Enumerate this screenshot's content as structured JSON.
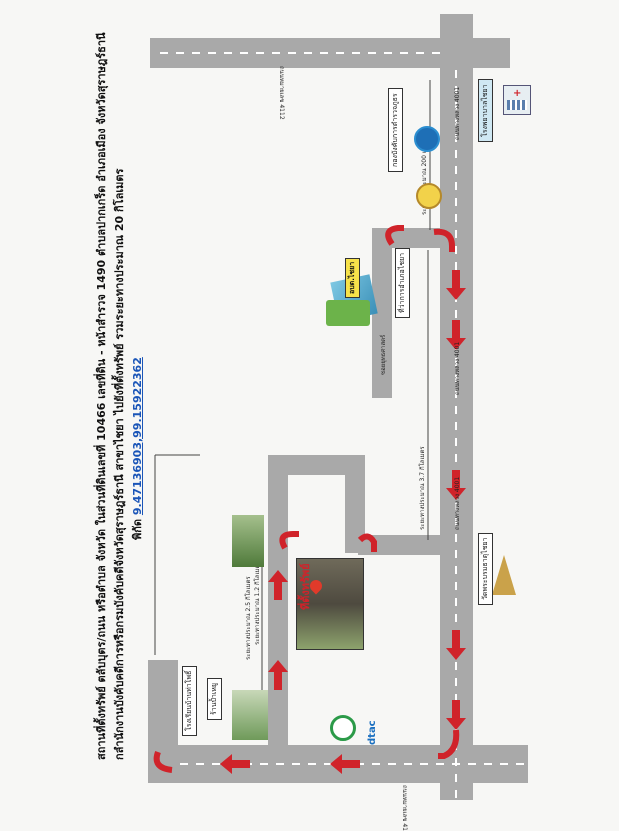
{
  "header": {
    "line1": "สถานที่ตั้งทรัพย์ ตลับบุตร/ถนน หรือตำบล จังหวัด ในส่วนที่ดินเลขที่ 10466 เลขที่ดิน - หน้าสำรวจ 1490 ตำบลปากเกร็ด อำเภอเมือง จังหวัดสุราษฎร์ธานี",
    "line2": "กลำนักงานบังคับคดีการหรือกรมบังคับคดีจังหวัดสุราษฎร์ธานี สาขาไชยา ไปยังที่ตั้งทรัพย์ รวมระยะทางประมาณ 20 กิโลเมตร",
    "coords_label": "พิกัด",
    "coords_value": "9.47136903,99.15922362"
  },
  "roads": {
    "r4112": "ถนนหมายเลข 4112",
    "r4001_top": "ถนนทางหลวง 4001",
    "r4001_mid": "ถนนทางหลวง 4001",
    "r4001_low": "ถนนทางหลวง 4001",
    "r41": "ถนนหมายเลข 41",
    "soi": "ซอยยุทธศาสตร์"
  },
  "distances": {
    "d200": "ระยะทางประมาณ 200 เมตร",
    "d37": "ระยะทางประมาณ 3.7 กิโลเมตร",
    "d25": "ระยะทางประมาณ 2.5 กิโลเมตร",
    "d12": "ระยะทางประมาณ 1.2 กิโลเมตร"
  },
  "places": {
    "hospital": "โรงพยาบาลไชยา",
    "police": "กองบังคับการตำรวจภูธร",
    "office": "อบต.ไชยา",
    "district": "ที่ว่าการอำเภอไชยา",
    "temple": "วัดพระบรมธาตุไชยา",
    "school": "โรงเรียนบ้านท่าโพธิ์",
    "shop": "ร้านป้ำเหยู",
    "dtac": "dtac",
    "site_title": "ที่ตั้งทรัพย์"
  },
  "colors": {
    "road": "#a9a9a9",
    "arrow": "#d0232a",
    "link": "#1a55b8"
  }
}
